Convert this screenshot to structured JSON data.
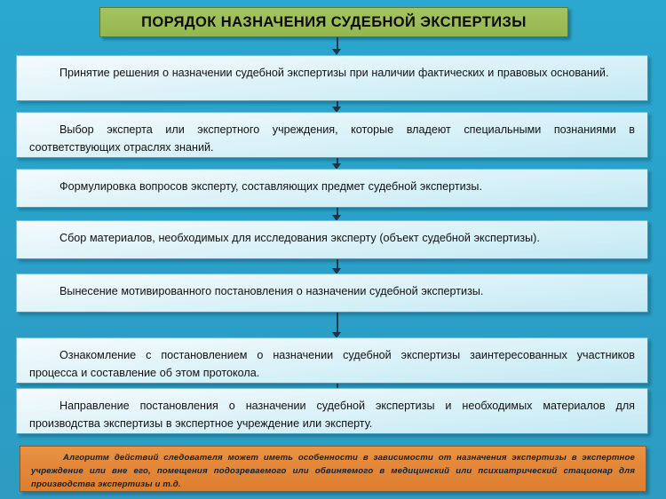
{
  "colors": {
    "background": "#2ba5cc",
    "title_fill": "#9cbd57",
    "title_border": "#5d7a2e",
    "step_fill_top": "#f4fbfd",
    "step_fill_bottom": "#c3e9f3",
    "step_border": "#3f9fc0",
    "note_fill": "#e4883a",
    "note_border": "#9c5417",
    "arrow": "#16384a",
    "text": "#111111"
  },
  "title": {
    "text": "ПОРЯДОК НАЗНАЧЕНИЯ СУДЕБНОЙ ЭКСПЕРТИЗЫ"
  },
  "steps": [
    {
      "index": 1,
      "text": "Принятие решения о назначении судебной экспертизы при наличии фактических и правовых оснований."
    },
    {
      "index": 2,
      "text": "Выбор эксперта или экспертного учреждения, которые владеют специальными познаниями в соответствующих отраслях знаний."
    },
    {
      "index": 3,
      "text": "Формулировка вопросов эксперту, составляющих предмет судебной экспертизы."
    },
    {
      "index": 4,
      "text": "Сбор материалов, необходимых для исследования эксперту (объект судебной экспертизы)."
    },
    {
      "index": 5,
      "text": "Вынесение мотивированного постановления о назначении судебной экспертизы."
    },
    {
      "index": 6,
      "text": "Ознакомление с постановлением о назначении судебной экспертизы заинтересованных участников процесса и составление об этом протокола."
    },
    {
      "index": 7,
      "text": "Направление постановления о назначении судебной экспертизы и необходимых материалов для производства экспертизы в экспертное учреждение или эксперту."
    }
  ],
  "note": {
    "text": "Алгоритм действий следователя может иметь особенности в зависимости от назначения экспертизы в экспертное учреждение или вне его, помещения подозреваемого или обвиняемого в медицинский или психиатрический стационар для производства экспертизы и т.д."
  },
  "arrows": {
    "count": 7,
    "direction": "down"
  }
}
